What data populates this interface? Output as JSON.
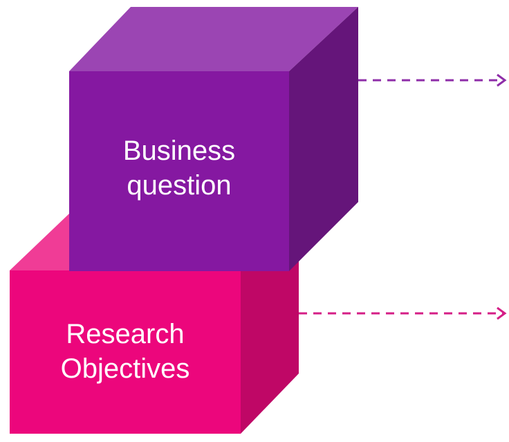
{
  "colors": {
    "background": "#ffffff",
    "business_front": "#8518A1",
    "business_top": "#9B45B3",
    "business_side": "#65157A",
    "research_front": "#EC067C",
    "research_top": "#F03C96",
    "research_side": "#BF0766",
    "arrow_purple": "#8E2DA8",
    "arrow_pink": "#D51E86",
    "label": "#ffffff"
  },
  "business_cube": {
    "line1": "Business",
    "line2": "question"
  },
  "research_cube": {
    "line1": "Research",
    "line2": "Objectives"
  }
}
